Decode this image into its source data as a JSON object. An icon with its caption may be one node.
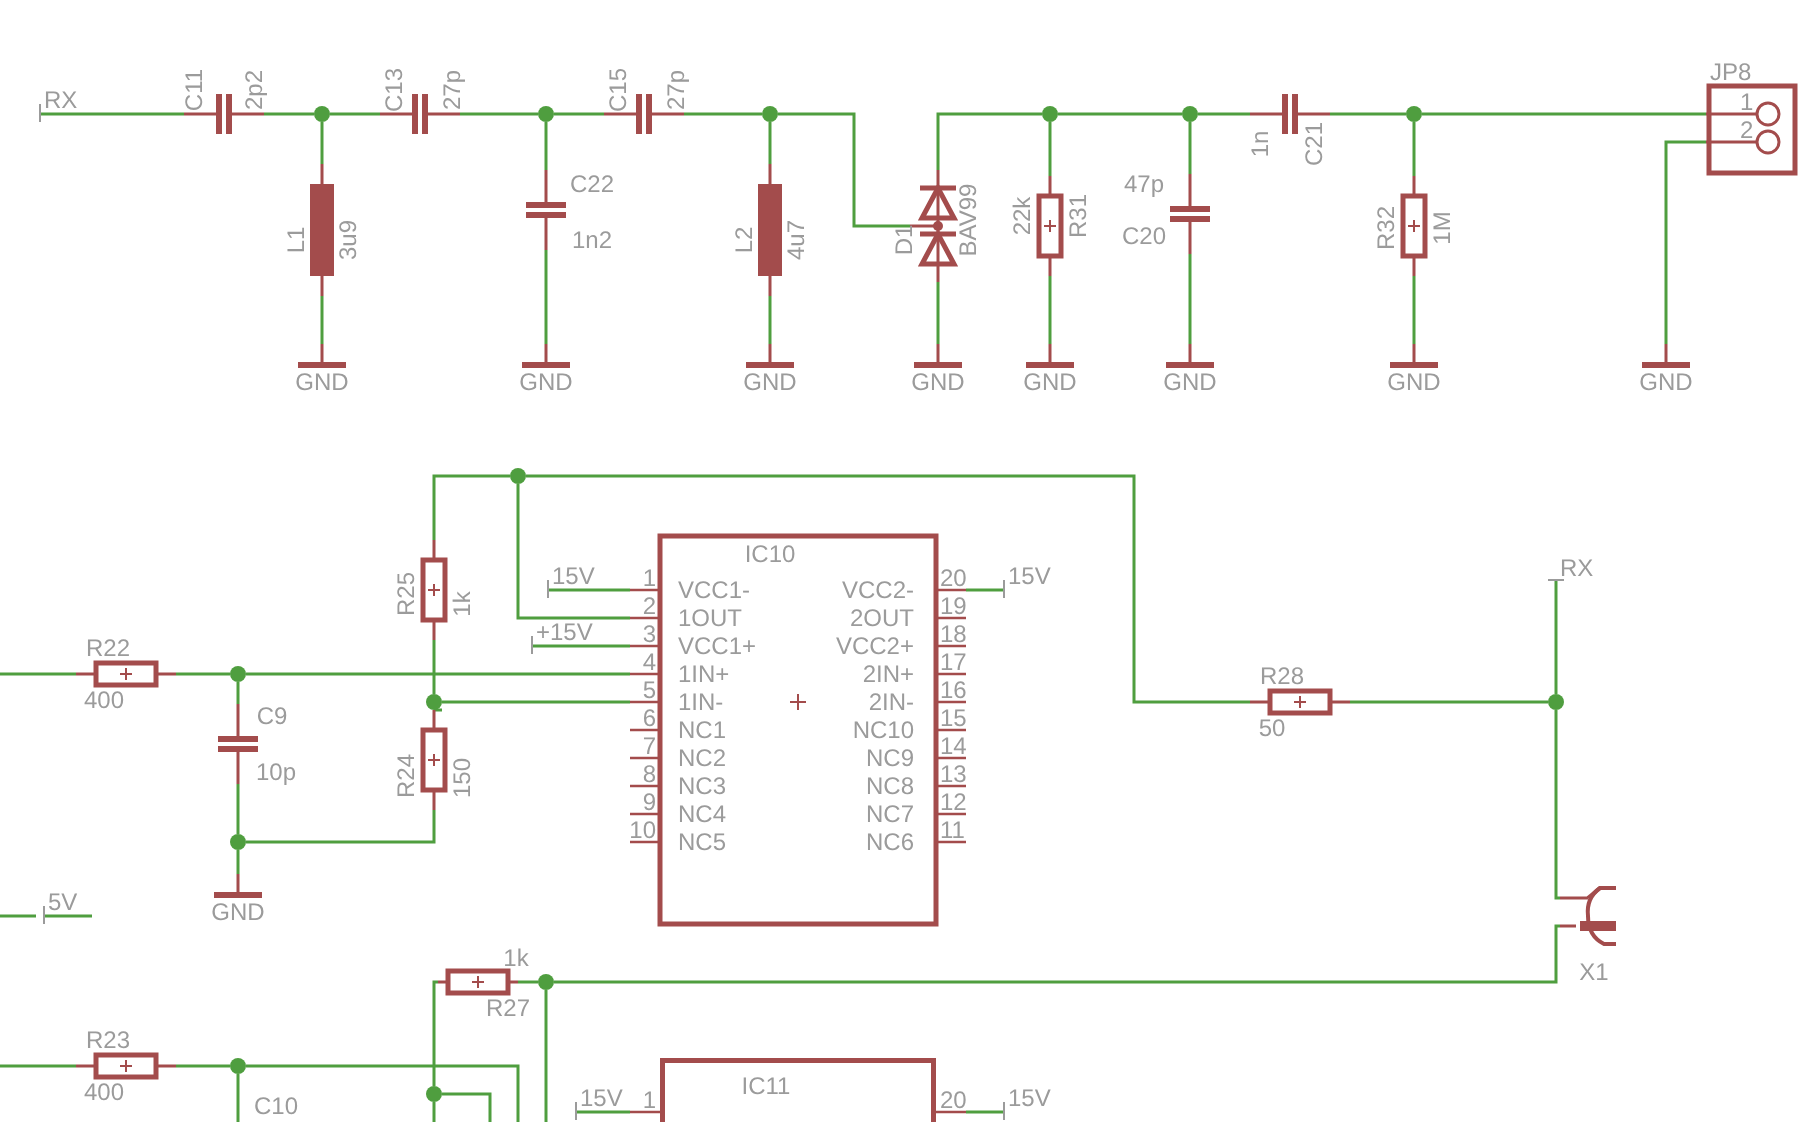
{
  "diagram": {
    "nodes": [
      {
        "text": [
          "RX"
        ]
      },
      {
        "text": [],
        "shape": "capacitor",
        "beside": [
          "C11",
          "2p2"
        ]
      },
      {
        "text": [],
        "shape": "circle"
      },
      {
        "text": [],
        "shape": "inductor",
        "beside": [
          "L1",
          "3u9"
        ]
      },
      {
        "text": [
          "GND"
        ]
      },
      {
        "text": [],
        "shape": "capacitor",
        "beside": [
          "C13",
          "27p"
        ]
      },
      {
        "text": [],
        "shape": "circle"
      },
      {
        "text": [],
        "shape": "capacitor",
        "beside": [
          "C22",
          "1n2"
        ]
      },
      {
        "text": [
          "GND"
        ]
      },
      {
        "text": [],
        "shape": "capacitor",
        "beside": [
          "C15",
          "27p"
        ]
      },
      {
        "text": [],
        "shape": "circle"
      },
      {
        "text": [],
        "shape": "inductor",
        "beside": [
          "L2",
          "4u7"
        ]
      },
      {
        "text": [
          "GND"
        ]
      },
      {
        "text": [],
        "shape": "diode",
        "beside": [
          "D1",
          "BAV99"
        ]
      },
      {
        "text": [
          "GND"
        ]
      },
      {
        "text": [],
        "shape": "circle"
      },
      {
        "text": [],
        "shape": "resistor",
        "beside": [
          "22k",
          "R31"
        ]
      },
      {
        "text": [
          "GND"
        ]
      },
      {
        "text": [],
        "shape": "circle"
      },
      {
        "text": [],
        "shape": "capacitor",
        "beside": [
          "47p",
          "C20"
        ]
      },
      {
        "text": [
          "GND"
        ]
      },
      {
        "text": [],
        "shape": "capacitor",
        "beside": [
          "1n",
          "C21"
        ]
      },
      {
        "text": [],
        "shape": "circle"
      },
      {
        "text": [],
        "shape": "resistor",
        "beside": [
          "R32",
          "1M"
        ]
      },
      {
        "text": [
          "GND"
        ]
      },
      {
        "text": [
          "JP8",
          "1",
          "2"
        ]
      },
      {
        "text": [
          "GND"
        ]
      },
      {
        "text": [],
        "shape": "resistor",
        "beside": [
          "R25",
          "1k"
        ]
      },
      {
        "text": [],
        "shape": "circle"
      },
      {
        "text": [],
        "shape": "resistor",
        "beside": [
          "R22",
          "400"
        ]
      },
      {
        "text": [],
        "shape": "circle"
      },
      {
        "text": [],
        "shape": "capacitor",
        "beside": [
          "C9",
          "10p"
        ]
      },
      {
        "text": [],
        "shape": "circle"
      },
      {
        "text": [
          "GND"
        ]
      },
      {
        "text": [],
        "shape": "circle"
      },
      {
        "text": [],
        "shape": "resistor",
        "beside": [
          "R24",
          "150"
        ]
      },
      {
        "text": [
          "IC10",
          "1",
          "VCC1-",
          "VCC2-",
          "20",
          "2",
          "1OUT",
          "2OUT",
          "19",
          "3",
          "VCC1+",
          "VCC2+",
          "18",
          "4",
          "1IN+",
          "2IN+",
          "17",
          "5",
          "1IN-",
          "2IN-",
          "16",
          "6",
          "NC1",
          "NC10",
          "15",
          "7",
          "NC2",
          "NC9",
          "14",
          "8",
          "NC3",
          "NC8",
          "13",
          "9",
          "NC4",
          "NC7",
          "12",
          "10",
          "NC5",
          "NC6",
          "11"
        ]
      },
      {
        "text": [
          "15V"
        ]
      },
      {
        "text": [
          "+15V"
        ]
      },
      {
        "text": [
          "15V"
        ]
      },
      {
        "text": [],
        "shape": "resistor",
        "beside": [
          "R28",
          "50"
        ]
      },
      {
        "text": [
          "RX"
        ]
      },
      {
        "text": [],
        "shape": "circle"
      },
      {
        "text": [],
        "shape": "connector",
        "beside": [
          "X1"
        ]
      },
      {
        "text": [],
        "shape": "circle"
      },
      {
        "text": [],
        "shape": "resistor",
        "beside": [
          "1k",
          "R27"
        ]
      },
      {
        "text": [
          "5V"
        ]
      },
      {
        "text": [],
        "shape": "resistor",
        "beside": [
          "R23",
          "400"
        ]
      },
      {
        "text": [],
        "shape": "circle"
      },
      {
        "text": [],
        "shape": "circle"
      },
      {
        "text": [
          "IC11",
          "1",
          "20"
        ]
      },
      {
        "text": [
          "15V"
        ]
      },
      {
        "text": [
          "15V"
        ]
      }
    ],
    "edges": [
      {
        "from": 0,
        "to": 1,
        "arrow": "none"
      },
      {
        "from": 1,
        "to": 2,
        "arrow": "none"
      },
      {
        "from": 2,
        "to": 5,
        "arrow": "none"
      },
      {
        "from": 5,
        "to": 6,
        "arrow": "none"
      },
      {
        "from": 6,
        "to": 9,
        "arrow": "none"
      },
      {
        "from": 9,
        "to": 10,
        "arrow": "none"
      },
      {
        "from": 2,
        "to": 3,
        "arrow": "none"
      },
      {
        "from": 3,
        "to": 4,
        "arrow": "none"
      },
      {
        "from": 6,
        "to": 7,
        "arrow": "none"
      },
      {
        "from": 7,
        "to": 8,
        "arrow": "none"
      },
      {
        "from": 10,
        "to": 11,
        "arrow": "none"
      },
      {
        "from": 11,
        "to": 12,
        "arrow": "none"
      },
      {
        "from": 10,
        "to": 13,
        "arrow": "none"
      },
      {
        "from": 13,
        "to": 15,
        "arrow": "none"
      },
      {
        "from": 13,
        "to": 14,
        "arrow": "none"
      },
      {
        "from": 15,
        "to": 18,
        "arrow": "none"
      },
      {
        "from": 15,
        "to": 16,
        "arrow": "none"
      },
      {
        "from": 16,
        "to": 17,
        "arrow": "none"
      },
      {
        "from": 18,
        "to": 21,
        "arrow": "none"
      },
      {
        "from": 18,
        "to": 19,
        "arrow": "none"
      },
      {
        "from": 19,
        "to": 20,
        "arrow": "none"
      },
      {
        "from": 21,
        "to": 22,
        "arrow": "none"
      },
      {
        "from": 22,
        "to": 25,
        "arrow": "none"
      },
      {
        "from": 22,
        "to": 23,
        "arrow": "none"
      },
      {
        "from": 23,
        "to": 24,
        "arrow": "none"
      },
      {
        "from": 25,
        "to": 26,
        "arrow": "none"
      },
      {
        "from": 27,
        "to": 28,
        "arrow": "none"
      },
      {
        "from": 28,
        "to": 36,
        "arrow": "none"
      },
      {
        "from": 28,
        "to": 40,
        "arrow": "none"
      },
      {
        "from": 27,
        "to": 34,
        "arrow": "none"
      },
      {
        "from": 34,
        "to": 35,
        "arrow": "none"
      },
      {
        "from": 35,
        "to": 32,
        "arrow": "none"
      },
      {
        "from": 34,
        "to": 36,
        "arrow": "none"
      },
      {
        "from": null,
        "to": 29,
        "arrow": "none"
      },
      {
        "from": 29,
        "to": 30,
        "arrow": "none"
      },
      {
        "from": 30,
        "to": 36,
        "arrow": "none"
      },
      {
        "from": 30,
        "to": 31,
        "arrow": "none"
      },
      {
        "from": 31,
        "to": 32,
        "arrow": "none"
      },
      {
        "from": 32,
        "to": 33,
        "arrow": "none"
      },
      {
        "from": 37,
        "to": 36,
        "arrow": "none"
      },
      {
        "from": 38,
        "to": 36,
        "arrow": "none"
      },
      {
        "from": 36,
        "to": 39,
        "arrow": "none"
      },
      {
        "from": 41,
        "to": 42,
        "arrow": "none"
      },
      {
        "from": 40,
        "to": 42,
        "arrow": "none"
      },
      {
        "from": 42,
        "to": 43,
        "arrow": "none"
      },
      {
        "from": 43,
        "to": 44,
        "arrow": "none"
      },
      {
        "from": 45,
        "to": 44,
        "arrow": "none"
      },
      {
        "from": 45,
        "to": 49,
        "arrow": "none"
      },
      {
        "from": 44,
        "to": null,
        "arrow": "none"
      },
      {
        "from": 49,
        "to": null,
        "arrow": "none"
      },
      {
        "from": 49,
        "to": null,
        "arrow": "none"
      },
      {
        "from": null,
        "to": 46,
        "arrow": "none"
      },
      {
        "from": null,
        "to": 47,
        "arrow": "none"
      },
      {
        "from": 47,
        "to": 48,
        "arrow": "none"
      },
      {
        "from": 48,
        "to": null,
        "arrow": "none"
      },
      {
        "from": 48,
        "to": null,
        "arrow": "none"
      },
      {
        "from": 51,
        "to": 50,
        "arrow": "none"
      },
      {
        "from": 50,
        "to": 52,
        "arrow": "none"
      }
    ],
    "labels": [
      "C10"
    ]
  }
}
